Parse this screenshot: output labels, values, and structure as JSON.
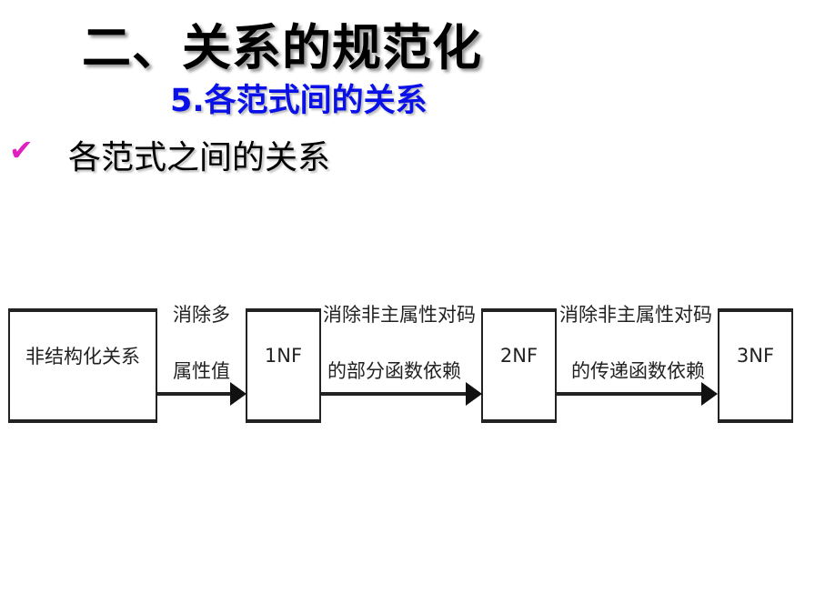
{
  "title": "二、关系的规范化",
  "subtitle": "5.各范式间的关系",
  "bullet": {
    "icon": "checkmark-icon",
    "text": "各范式之间的关系"
  },
  "diagram": {
    "nodes": [
      "非结构化关系",
      "1NF",
      "2NF",
      "3NF"
    ],
    "edges": [
      {
        "line1": "消除多",
        "line2": "属性值"
      },
      {
        "line1": "消除非主属性对码",
        "line2": "的部分函数依赖"
      },
      {
        "line1": "消除非主属性对码",
        "line2": "的传递函数依赖"
      }
    ]
  }
}
